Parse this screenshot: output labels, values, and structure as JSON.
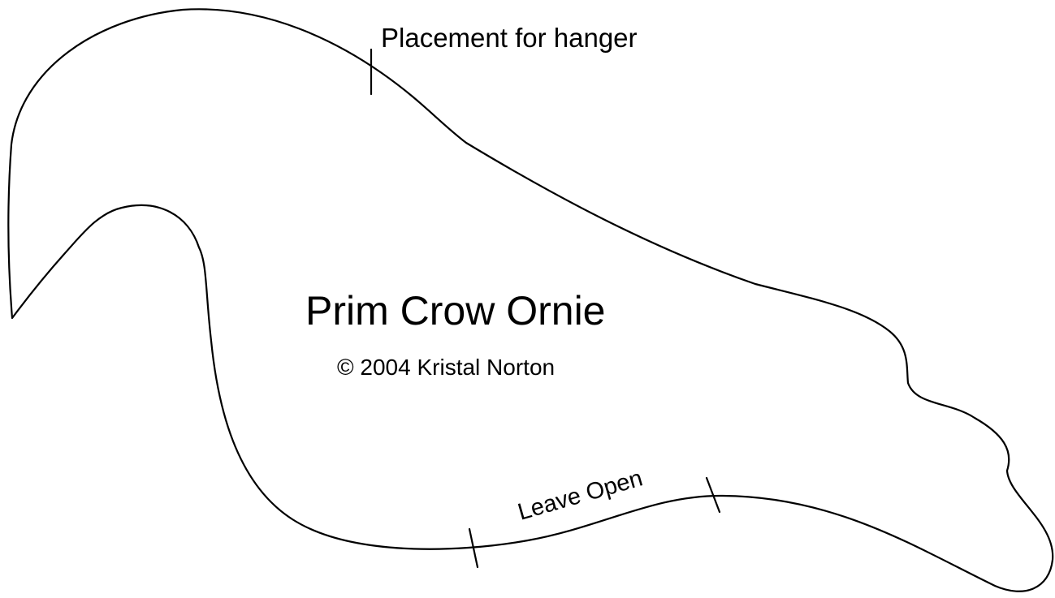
{
  "pattern": {
    "title": "Prim Crow Ornie",
    "copyright": "© 2004 Kristal Norton",
    "hanger_label": "Placement for hanger",
    "opening_label": "Leave Open"
  },
  "colors": {
    "line": "#000000",
    "background": "#ffffff"
  }
}
